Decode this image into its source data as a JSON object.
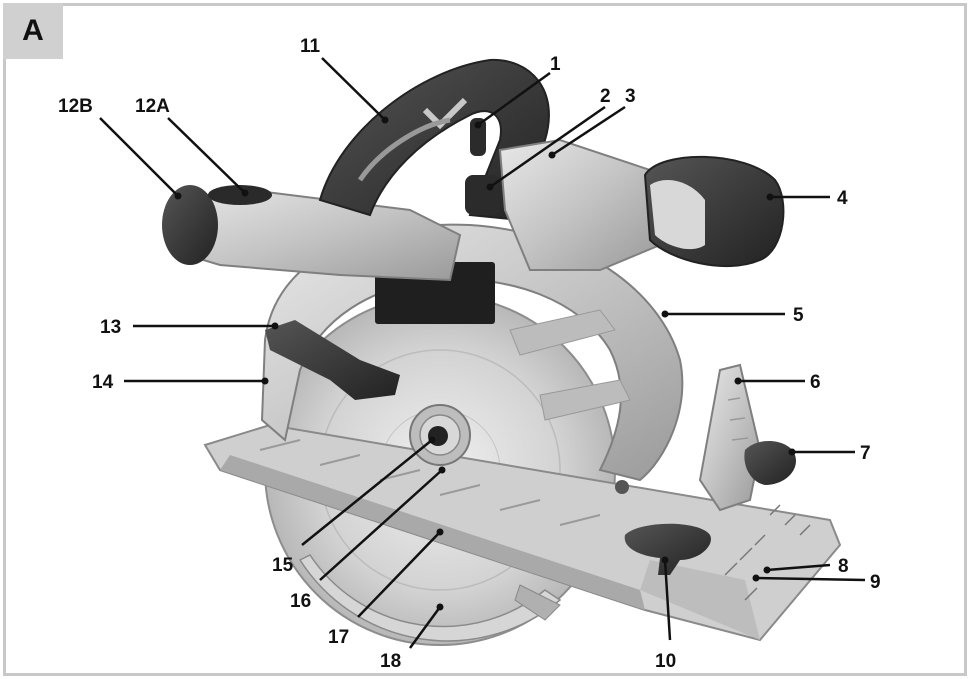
{
  "panel_label": "A",
  "callouts": [
    {
      "id": "1",
      "label": "1"
    },
    {
      "id": "2",
      "label": "2"
    },
    {
      "id": "3",
      "label": "3"
    },
    {
      "id": "4",
      "label": "4"
    },
    {
      "id": "5",
      "label": "5"
    },
    {
      "id": "6",
      "label": "6"
    },
    {
      "id": "7",
      "label": "7"
    },
    {
      "id": "8",
      "label": "8"
    },
    {
      "id": "9",
      "label": "9"
    },
    {
      "id": "10",
      "label": "10"
    },
    {
      "id": "11",
      "label": "11"
    },
    {
      "id": "12A",
      "label": "12A"
    },
    {
      "id": "12B",
      "label": "12B"
    },
    {
      "id": "13",
      "label": "13"
    },
    {
      "id": "14",
      "label": "14"
    },
    {
      "id": "15",
      "label": "15"
    },
    {
      "id": "16",
      "label": "16"
    },
    {
      "id": "17",
      "label": "17"
    },
    {
      "id": "18",
      "label": "18"
    }
  ],
  "colors": {
    "body_grey": "#c9c9c9",
    "dark_grip": "#3a3a3a",
    "blade": "#d9d9d9",
    "frame_border": "#c8c8c8",
    "tag_bg": "#d0d0d0"
  }
}
